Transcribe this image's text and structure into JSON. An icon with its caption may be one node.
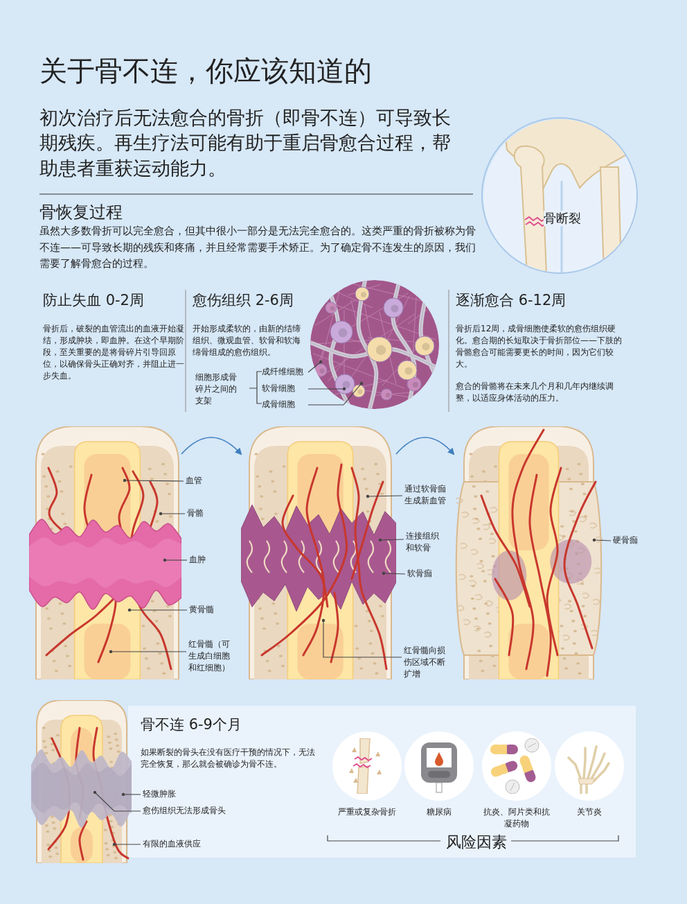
{
  "diagram": {
    "title": "关于骨不连，你应该知道的",
    "nodes": [
      {
        "text": [
          "骨断裂"
        ]
      },
      {
        "text": [],
        "shape": "picture"
      },
      {
        "text": [
          "成纤维细胞"
        ]
      },
      {
        "text": [
          "软骨细胞"
        ]
      },
      {
        "text": [
          "成骨细胞"
        ]
      },
      {
        "text": [],
        "shape": "picture"
      },
      {
        "text": [
          "血管"
        ]
      },
      {
        "text": [
          "骨骼"
        ]
      },
      {
        "text": [
          "血肿"
        ]
      },
      {
        "text": [
          "黄骨髓"
        ]
      },
      {
        "text": [
          "红骨髓（可生成白细胞和红细胞）"
        ]
      },
      {
        "text": [],
        "shape": "picture"
      },
      {
        "text": [
          "通过软骨痂生成新血管"
        ]
      },
      {
        "text": [
          "连接组织和软骨"
        ]
      },
      {
        "text": [
          "软骨痂"
        ]
      },
      {
        "text": [
          "红骨髓向损伤区域不断扩增"
        ]
      },
      {
        "text": [],
        "shape": "picture"
      },
      {
        "text": [
          "硬骨痂"
        ]
      },
      {
        "text": [],
        "shape": "picture"
      },
      {
        "text": [
          "骨不连 6-9个月",
          "如果断裂的骨头在没有医疗干预的情况下，无法完全恢复，那么就会被确诊为骨不连。"
        ]
      },
      {
        "text": [
          "轻微肿胀"
        ],
        "in": 19
      },
      {
        "text": [
          "愈伤组织无法形成骨头"
        ],
        "in": 19
      },
      {
        "text": [
          "有限的血液供应"
        ],
        "in": 19
      },
      {
        "text": [
          "严重或复杂骨折"
        ],
        "in": 19
      },
      {
        "text": [
          "糖尿病"
        ],
        "in": 19
      },
      {
        "text": [
          "抗炎、阿片类和抗凝药物"
        ],
        "in": 19
      },
      {
        "text": [
          "关节炎"
        ],
        "in": 19
      }
    ],
    "edges": [
      {
        "from": 2,
        "to": 1,
        "arrow": "other"
      },
      {
        "from": 3,
        "to": 1,
        "arrow": "other"
      },
      {
        "from": 4,
        "to": 1,
        "arrow": "other"
      },
      {
        "from": 5,
        "to": 11,
        "arrow": "to",
        "color": "#3f7fc0"
      },
      {
        "from": 11,
        "to": 16,
        "arrow": "to",
        "color": "#3f7fc0"
      },
      {
        "from": 6,
        "to": 5,
        "arrow": "other"
      },
      {
        "from": 7,
        "to": 5,
        "arrow": "other"
      },
      {
        "from": 8,
        "to": 5,
        "arrow": "other"
      },
      {
        "from": 9,
        "to": 5,
        "arrow": "other"
      },
      {
        "from": 10,
        "to": 5,
        "arrow": "other"
      },
      {
        "from": 12,
        "to": 11,
        "arrow": "other"
      },
      {
        "from": 13,
        "to": 11,
        "arrow": "other"
      },
      {
        "from": 14,
        "to": 11,
        "arrow": "other"
      },
      {
        "from": 15,
        "to": 11,
        "arrow": "other"
      },
      {
        "from": 17,
        "to": 16,
        "arrow": "other"
      },
      {
        "from": 20,
        "to": 18,
        "arrow": "other"
      },
      {
        "from": 21,
        "to": 18,
        "arrow": "other"
      },
      {
        "from": 22,
        "to": 18,
        "arrow": "other"
      }
    ],
    "labels": [
      "初次治疗后无法愈合的骨折（即骨不连）可导致长期残疾。再生疗法可能有助于重启骨愈合过程，帮助患者重获运动能力。",
      "骨恢复过程",
      "虽然大多数骨折可以完全愈合，但其中很小一部分是无法完全愈合的。这类严重的骨折被称为骨不连——可导致长期的残疾和疼痛，并且经常需要手术矫正。为了确定骨不连发生的原因，我们需要了解骨愈合的过程。",
      "防止失血 0-2周",
      "骨折后，破裂的血管流出的血液开始凝结，形成肿块，即血肿。在这个早期阶段，至关重要的是将骨碎片引导回原位，以确保骨头正确对齐，并阻止进一步失血。",
      "愈伤组织 2-6周",
      "开始形成柔软的，由新的结缔组织、微观血管、软骨和软海绵骨组成的愈伤组织。",
      "细胞形成骨碎片之间的支架",
      "逐渐愈合 6-12周",
      "骨折后12周，成骨细胞使柔软的愈伤组织硬化。愈合期的长短取决于骨折部位——下肢的骨骼愈合可能需要更长的时间，因为它们较大。",
      "愈合的骨骼将在未来几个月和几年内继续调整，以适应身体活动的压力。",
      "风险因素"
    ]
  }
}
